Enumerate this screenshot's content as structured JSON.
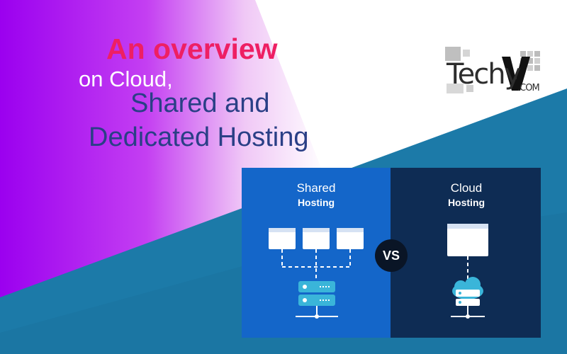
{
  "headline": {
    "line1": "An overview",
    "line2": "on Cloud,",
    "line3": "Shared and",
    "line4": "Dedicated Hosting"
  },
  "logo": {
    "wordmark": "Techy",
    "letter": "V",
    "suffix": ".COM"
  },
  "comparison": {
    "left_title": "Shared",
    "left_subtitle": "Hosting",
    "right_title": "Cloud",
    "right_subtitle": "Hosting",
    "divider": "VS"
  },
  "colors": {
    "headline_accent": "#ee1f63",
    "headline_primary": "#2a3f86",
    "shared_panel": "#1466c9",
    "cloud_panel": "#0e2c54",
    "background_purple": "#a000f0",
    "background_teal": "#1c7aa8"
  },
  "icons": {
    "shared_servers": "browser-window-icon",
    "shared_backend": "server-stack-icon",
    "cloud_window": "browser-window-icon",
    "cloud_backend": "cloud-server-icon"
  }
}
